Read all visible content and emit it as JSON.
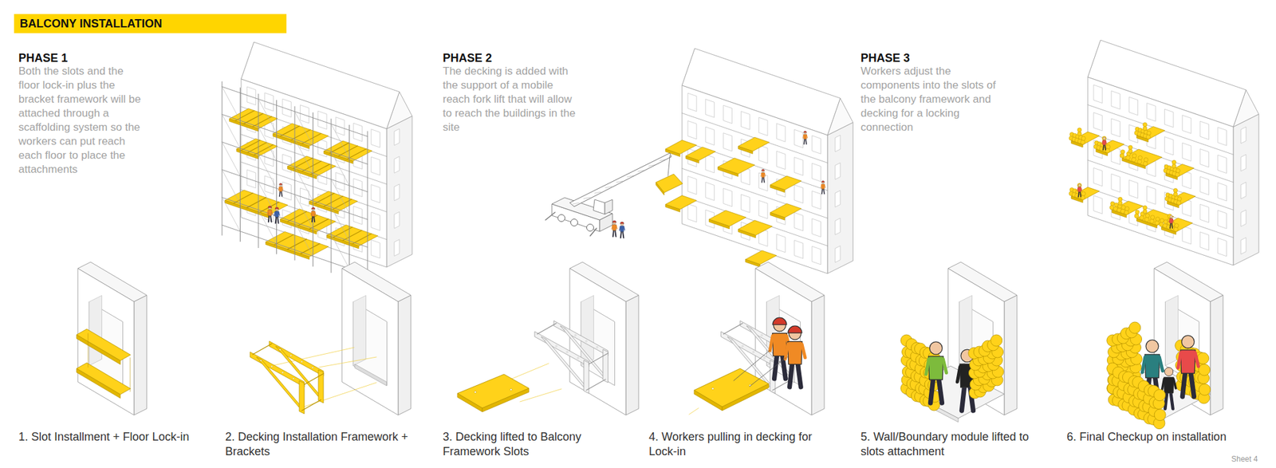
{
  "diagram": {
    "title": "BALCONY INSTALLATION",
    "labels": [
      "PHASE 1",
      "Both the slots and the floor lock-in plus the bracket framework will be attached through a scaffolding system so the workers can put reach each floor to place the attachments",
      "PHASE 2",
      "The decking is added with the support of a mobile reach fork lift that will allow to reach the buildings in the site",
      "PHASE 3",
      "Workers adjust the components into the slots of the balcony framework and decking for a locking connection",
      "1. Slot Installment + Floor Lock-in",
      "2. Decking Installation Framework + Brackets",
      "3. Decking lifted to Balcony Framework Slots",
      "4. Workers pulling in decking for Lock-in",
      "5. Wall/Boundary module lifted to slots attachment",
      "6. Final Checkup on installation",
      "Sheet 4"
    ]
  }
}
